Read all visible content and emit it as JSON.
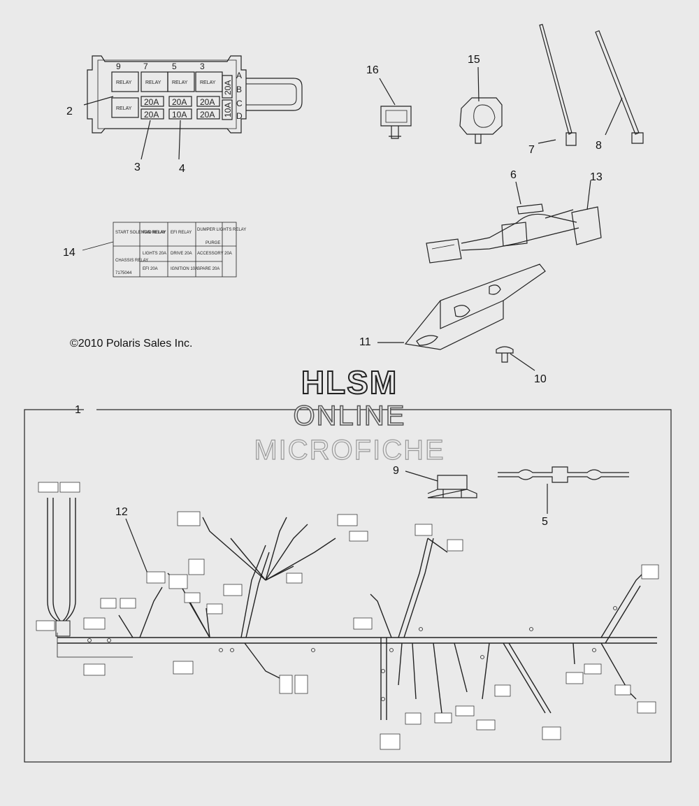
{
  "copyright": "©2010 Polaris Sales Inc.",
  "watermark": {
    "line1": "HLSM",
    "line2": "ONLINE",
    "line3": "MICROFICHE"
  },
  "fuse_box": {
    "top_numbers": [
      "9",
      "7",
      "5",
      "3"
    ],
    "side_letters": [
      "A",
      "B",
      "C",
      "D"
    ],
    "relay_labels": [
      "RELAY",
      "RELAY",
      "RELAY",
      "RELAY",
      "RELAY"
    ],
    "fuse_row1": [
      "20A",
      "20A",
      "20A"
    ],
    "fuse_row2": [
      "20A",
      "10A",
      "20A"
    ],
    "side_fuses": [
      "20A",
      "10A"
    ]
  },
  "label_card": {
    "r1": [
      "START SOLENOID RELAY",
      "FAN RELAY",
      "EFI RELAY",
      "DUMPER LIGHTS RELAY"
    ],
    "r1_extra": "PURGE",
    "r2a": [
      "LIGHTS 20A",
      "DRIVE 20A",
      "ACCESSORY 20A"
    ],
    "r2b": [
      "EFI 20A",
      "IGNITION 10A",
      "SPARE 20A"
    ],
    "chassis": "CHASSIS RELAY",
    "part_no": "7175044"
  },
  "callouts": [
    {
      "id": "c1",
      "text": "1"
    },
    {
      "id": "c2",
      "text": "2"
    },
    {
      "id": "c3",
      "text": "3"
    },
    {
      "id": "c4",
      "text": "4"
    },
    {
      "id": "c5",
      "text": "5"
    },
    {
      "id": "c6",
      "text": "6"
    },
    {
      "id": "c7",
      "text": "7"
    },
    {
      "id": "c8",
      "text": "8"
    },
    {
      "id": "c9",
      "text": "9"
    },
    {
      "id": "c10",
      "text": "10"
    },
    {
      "id": "c11",
      "text": "11"
    },
    {
      "id": "c12",
      "text": "12"
    },
    {
      "id": "c13",
      "text": "13"
    },
    {
      "id": "c14",
      "text": "14"
    },
    {
      "id": "c15",
      "text": "15"
    },
    {
      "id": "c16",
      "text": "16"
    }
  ]
}
